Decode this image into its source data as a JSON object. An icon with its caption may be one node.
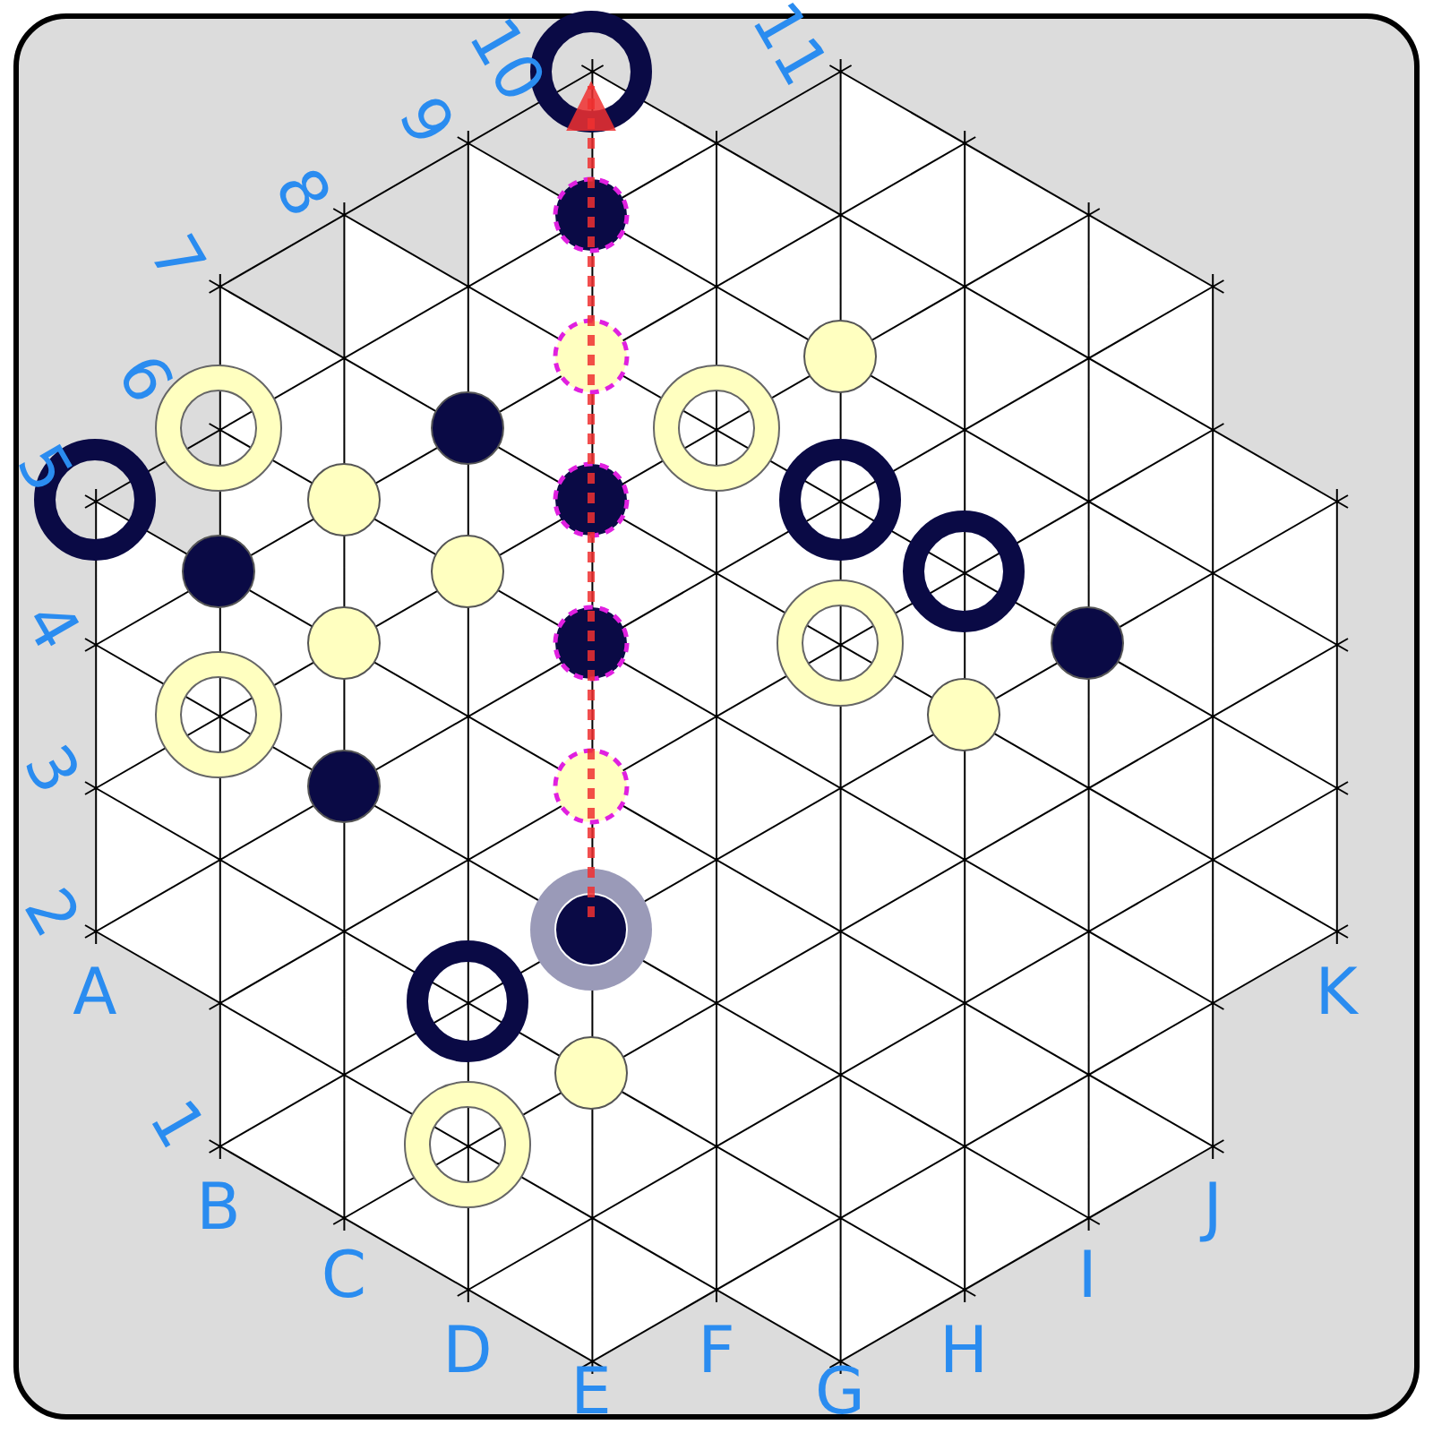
{
  "diagram": {
    "labels": [
      "10",
      "11",
      "9",
      "8",
      "7",
      "6",
      "5",
      "4",
      "3",
      "2",
      "A",
      "K",
      "1",
      "B",
      "J",
      "C",
      "I",
      "D",
      "F",
      "H",
      "E",
      "G"
    ]
  }
}
